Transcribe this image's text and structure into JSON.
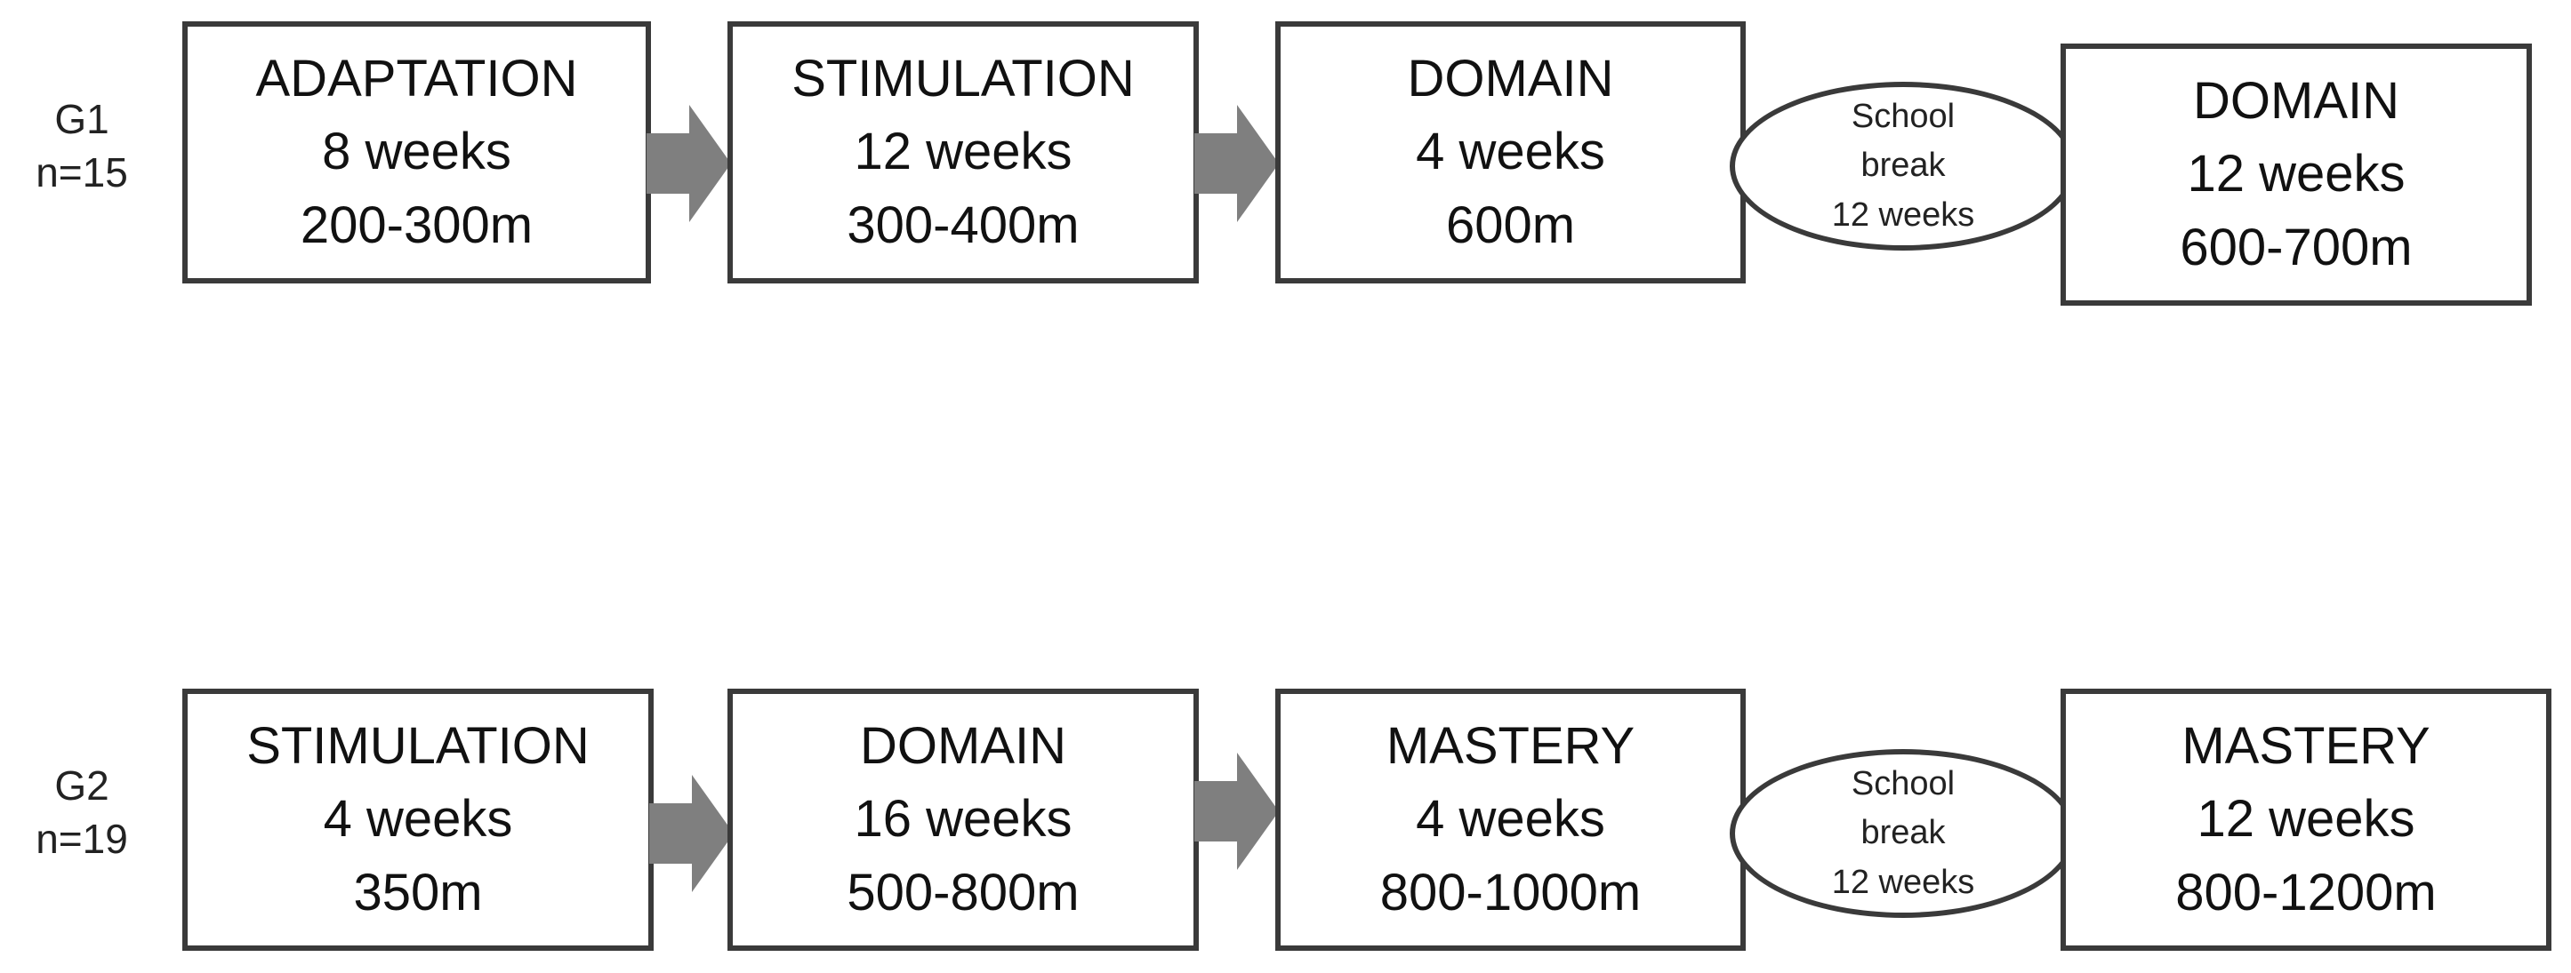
{
  "colors": {
    "box_border": "#3a3a3a",
    "arrow_fill": "#7f7f7f",
    "text": "#111111",
    "background": "#ffffff"
  },
  "groups": [
    {
      "name": "G1",
      "n": "n=15",
      "stages": [
        {
          "title": "ADAPTATION",
          "duration": "8 weeks",
          "distance": "200-300m"
        },
        {
          "title": "STIMULATION",
          "duration": "12 weeks",
          "distance": "300-400m"
        },
        {
          "title": "DOMAIN",
          "duration": "4 weeks",
          "distance": "600m"
        }
      ],
      "break": {
        "line1": "School",
        "line2": "break",
        "line3": "12 weeks"
      },
      "final": {
        "title": "DOMAIN",
        "duration": "12 weeks",
        "distance": "600-700m"
      }
    },
    {
      "name": "G2",
      "n": "n=19",
      "stages": [
        {
          "title": "STIMULATION",
          "duration": "4 weeks",
          "distance": "350m"
        },
        {
          "title": "DOMAIN",
          "duration": "16 weeks",
          "distance": "500-800m"
        },
        {
          "title": "MASTERY",
          "duration": "4 weeks",
          "distance": "800-1000m"
        }
      ],
      "break": {
        "line1": "School",
        "line2": "break",
        "line3": "12 weeks"
      },
      "final": {
        "title": "MASTERY",
        "duration": "12 weeks",
        "distance": "800-1200m"
      }
    }
  ]
}
